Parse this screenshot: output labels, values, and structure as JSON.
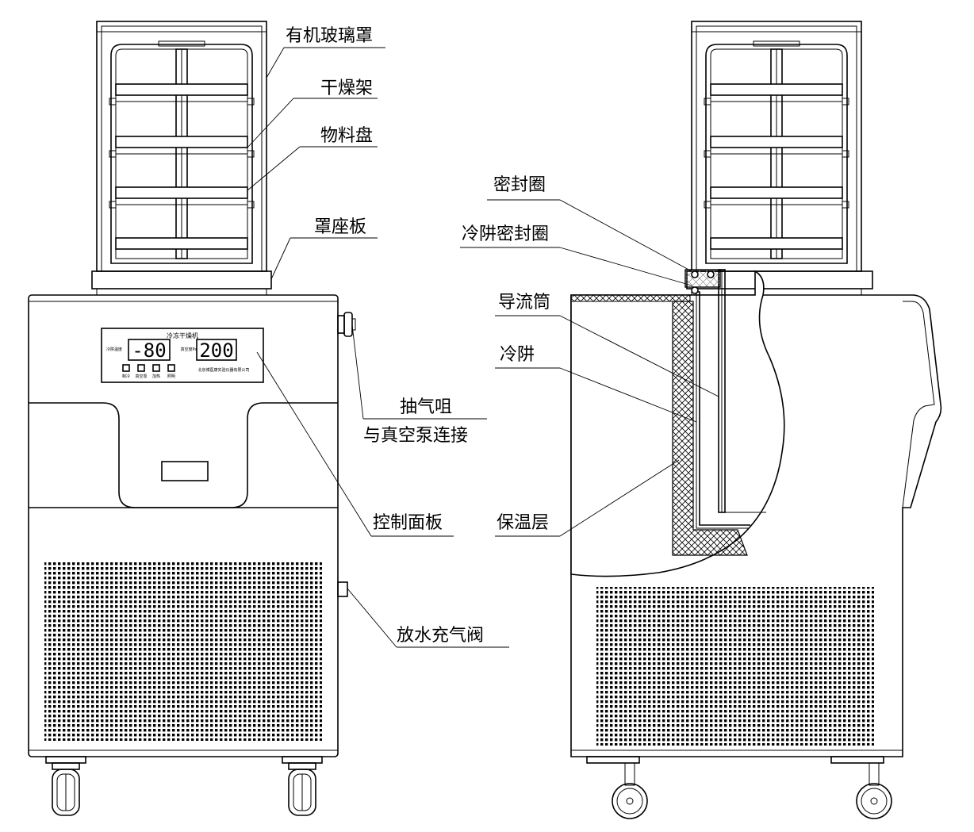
{
  "left_view": {
    "labels": {
      "cover": "有机玻璃罩",
      "rack": "干燥架",
      "tray": "物料盘",
      "base_plate": "罩座板",
      "vacuum_port_line1": "抽气咀",
      "vacuum_port_line2": "与真空泵连接",
      "control_panel": "控制面板",
      "drain_valve": "放水充气阀"
    },
    "panel": {
      "title": "冷冻干燥机",
      "display_left": "-80",
      "display_right": "200",
      "left_caption": "冷阱温度",
      "right_caption": "真空度Pa",
      "maker": "北京博医康实验仪器有限公司",
      "buttons": [
        "制冷",
        "真空泵",
        "加热",
        "照明"
      ]
    }
  },
  "right_view": {
    "labels": {
      "seal_ring": "密封圈",
      "trap_seal_ring": "冷阱密封圈",
      "guide_tube": "导流筒",
      "cold_trap": "冷阱",
      "insulation": "保温层"
    }
  }
}
